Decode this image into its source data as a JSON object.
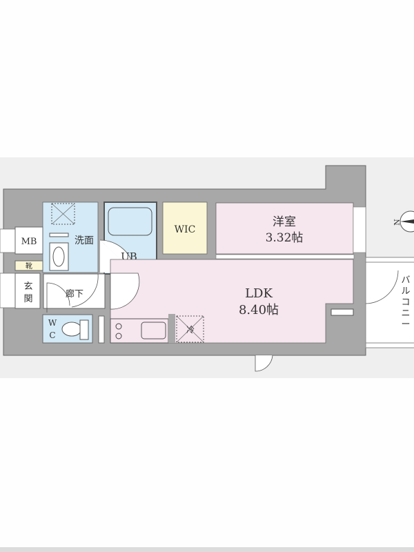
{
  "floor_plan": {
    "rooms": {
      "western_room": {
        "name": "洋室",
        "area": "3.32帖"
      },
      "ldk": {
        "name": "LDK",
        "area": "8.40帖"
      },
      "wic": "WIC",
      "washroom": "洗面",
      "unit_bath": "UB",
      "meter_box": "MB",
      "shoe_box": "靴",
      "entrance": [
        "玄",
        "関"
      ],
      "hallway": "廊下",
      "toilet": [
        "W",
        "C"
      ],
      "fridge": "冷",
      "balcony": [
        "バ",
        "ル",
        "コ",
        "ニ",
        "ー"
      ]
    },
    "compass": "N",
    "colors": {
      "wall": "#a8a8a8",
      "band": "#efefef",
      "pink": "#f6e6ee",
      "blue": "#d4eaf6",
      "yellow": "#fbf7d6"
    }
  }
}
